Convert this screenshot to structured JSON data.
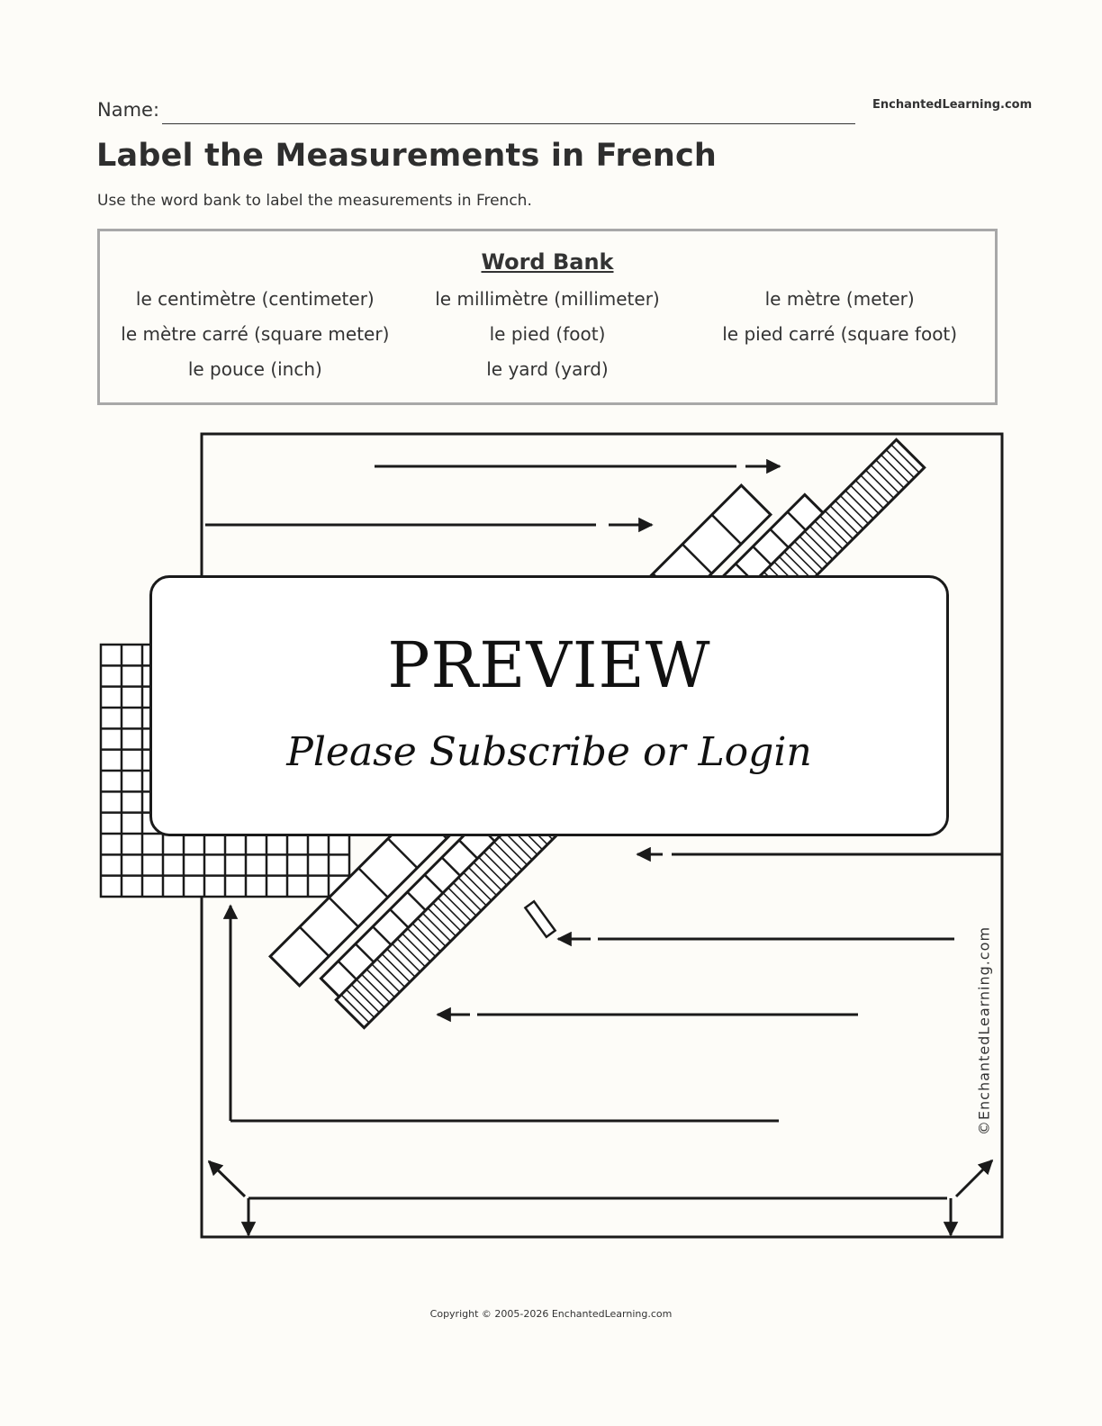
{
  "header": {
    "name_label": "Name:",
    "brand": "EnchantedLearning.com"
  },
  "title": "Label the Measurements in French",
  "instructions": "Use the word bank to label the measurements in French.",
  "word_bank": {
    "title": "Word Bank",
    "words": [
      "le centimètre (centimeter)",
      "le millimètre (millimeter)",
      "le mètre (meter)",
      "le mètre carré (square meter)",
      "le pied (foot)",
      "le pied carré (square foot)",
      "le pouce (inch)",
      "le yard (yard)"
    ]
  },
  "preview": {
    "title": "PREVIEW",
    "subtitle": "Please Subscribe or Login"
  },
  "watermark": "©EnchantedLearning.com",
  "footer": {
    "copyright": "Copyright © 2005-2026 EnchantedLearning.com"
  }
}
